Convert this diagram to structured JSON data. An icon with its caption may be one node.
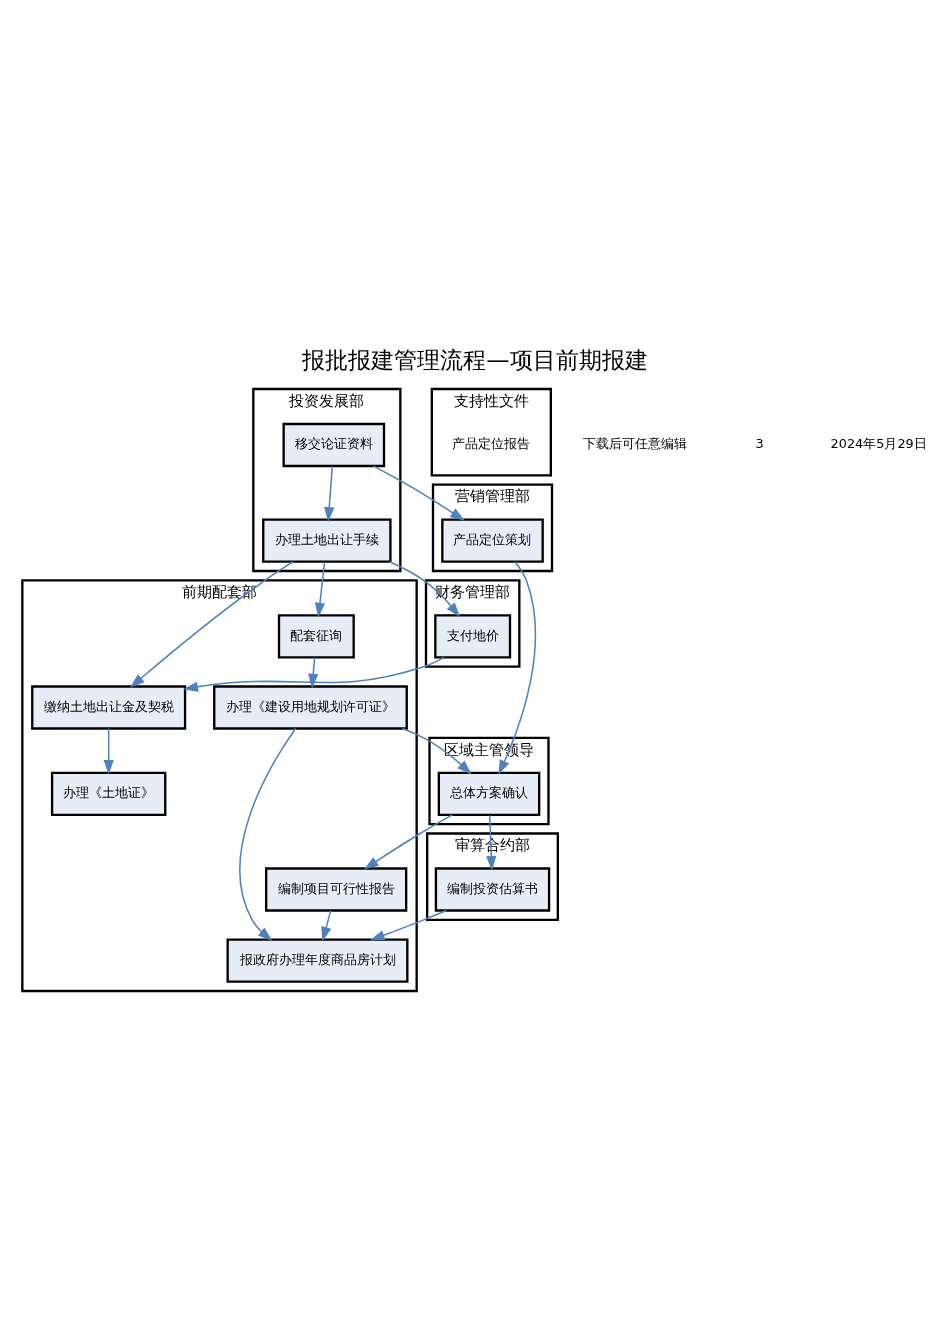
{
  "diagram": {
    "title": "报批报建管理流程—项目前期报建",
    "nodes": [
      {
        "text": [
          "前期配套部"
        ]
      },
      {
        "text": [
          "投资发展部"
        ]
      },
      {
        "text": [
          "审算合约部"
        ]
      },
      {
        "text": [
          "财务管理部"
        ]
      },
      {
        "text": [
          "营销管理部"
        ]
      },
      {
        "text": [
          "区域主管领导"
        ]
      },
      {
        "text": [
          "支持性文件"
        ]
      },
      {
        "text": [
          "移交论证资料"
        ],
        "in": 1
      },
      {
        "text": [
          "办理土地出让手续"
        ],
        "in": 1
      },
      {
        "text": [
          "支付地价"
        ],
        "in": 3
      },
      {
        "text": [
          "产品定位策划"
        ],
        "in": 4
      },
      {
        "text": [
          "产品定位报告"
        ],
        "in": 6
      },
      {
        "text": [
          "缴纳土地出让金及契税"
        ],
        "in": 0
      },
      {
        "text": [
          "办理《土地证》"
        ],
        "in": 0
      },
      {
        "text": [
          "配套征询"
        ],
        "in": 0
      },
      {
        "text": [
          "办理《建设用地规划许可证》"
        ],
        "in": 0
      },
      {
        "text": [
          "总体方案确认"
        ],
        "in": 5
      },
      {
        "text": [
          "编制项目可行性报告"
        ],
        "in": 0
      },
      {
        "text": [
          "编制投资估算书"
        ],
        "in": 2
      },
      {
        "text": [
          "报政府办理年度商品房计划"
        ],
        "in": 0
      }
    ],
    "edges": [
      {
        "from": 7,
        "to": 8,
        "arrow": "to"
      },
      {
        "from": 7,
        "to": 10,
        "arrow": "to"
      },
      {
        "from": 8,
        "to": 9,
        "arrow": "to"
      },
      {
        "from": 8,
        "to": 12,
        "arrow": "to"
      },
      {
        "from": 9,
        "to": 12,
        "arrow": "to"
      },
      {
        "from": 8,
        "to": 14,
        "arrow": "to"
      },
      {
        "from": 12,
        "to": 13,
        "arrow": "to"
      },
      {
        "from": 14,
        "to": 15,
        "arrow": "to"
      },
      {
        "from": 10,
        "to": 16,
        "arrow": "to"
      },
      {
        "from": 15,
        "to": 16,
        "arrow": "to"
      },
      {
        "from": 15,
        "to": 19,
        "arrow": "to"
      },
      {
        "from": 16,
        "to": 17,
        "arrow": "to"
      },
      {
        "from": 16,
        "to": 18,
        "arrow": "to"
      },
      {
        "from": 17,
        "to": 19,
        "arrow": "to"
      },
      {
        "from": 18,
        "to": 19,
        "arrow": "to"
      }
    ],
    "labels": [
      "下载后可任意编辑",
      "3",
      "2024年5月29日"
    ]
  }
}
